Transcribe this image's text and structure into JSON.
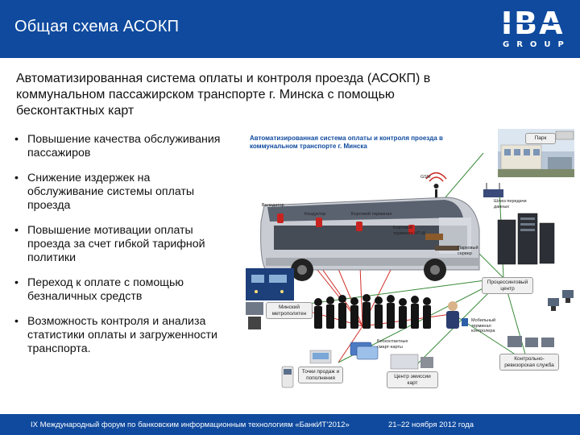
{
  "header": {
    "title": "Общая схема АСОКП",
    "logo_text": "IBA",
    "logo_sub": "GROUP"
  },
  "intro": "Автоматизированная система оплаты и контроля проезда (АСОКП) в коммунальном пассажирском транспорте г. Минска с помощью бесконтактных карт",
  "bullets": [
    "Повышение качества обслуживания пассажиров",
    "Снижение издержек на обслуживание системы оплаты проезда",
    "Повышение мотивации оплаты проезда за счет гибкой тарифной политики",
    "Переход к оплате с помощью безналичных средств",
    "Возможность контроля и анализа статистики оплаты и загруженности транспорта."
  ],
  "diagram": {
    "caption": "Автоматизированная система оплаты и контроля проезда в коммунальном транспорте г. Минска",
    "labels": {
      "park": "Парк",
      "gsm": "GSM",
      "validator": "Валидатор",
      "conductor": "Кондуктор",
      "terminal": "Бортовой терминал",
      "bus_terminal": "Бортовой терминал НТ-Ш",
      "gateway": "Шлюз передачи данных",
      "park_server": "Парковый сервер",
      "processing": "Процессинговый центр",
      "metro": "Минский метрополитен",
      "mobile_terminal": "Мобильный терминал контролера",
      "contactless": "Бесконтактные смарт-карты",
      "sales": "Точки продаж и пополнения",
      "emission": "Центр эмиссии карт",
      "inspection": "Контрольно-ревизорская служба"
    }
  },
  "footer": {
    "event": "IX Международный форум по банковским информационным технологиям «БанкИТ’2012»",
    "date": "21–22 ноября 2012 года"
  },
  "colors": {
    "brand_blue": "#0f4a9e",
    "bus_body": "#c9ccd2",
    "validator_red": "#c8231f",
    "link_red": "#d0302a",
    "link_green": "#3a8a3a"
  }
}
